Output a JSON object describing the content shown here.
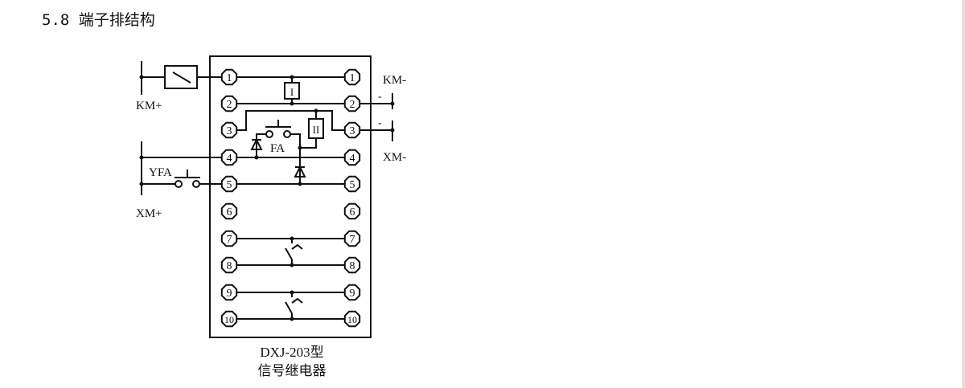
{
  "heading": "5.8 端子排结构",
  "diagram": {
    "labels": {
      "km_plus": "KM+",
      "km_minus": "KM-",
      "xm_plus": "XM+",
      "xm_minus": "XM-",
      "yfa": "YFA",
      "fa": "FA",
      "coil1": "I",
      "coil2": "II",
      "minus_top": "-",
      "minus_bottom": "-"
    },
    "terminals": [
      "1",
      "2",
      "3",
      "4",
      "5",
      "6",
      "7",
      "8",
      "9",
      "10"
    ],
    "caption_model": "DXJ-203型",
    "caption_name": "信号继电器"
  }
}
